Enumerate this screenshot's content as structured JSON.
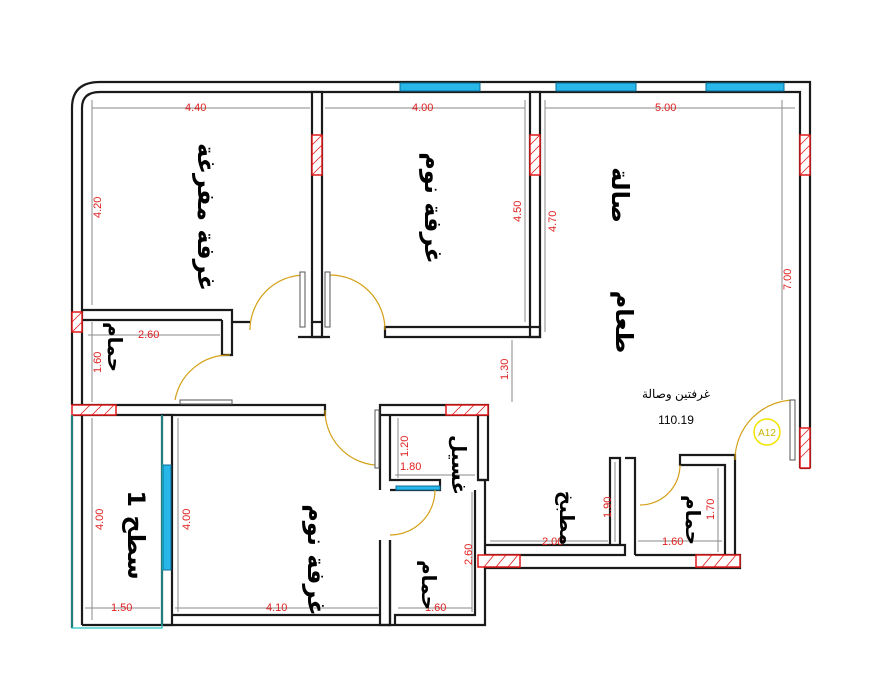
{
  "rooms": {
    "bedroom_multi": "غرفة مفرغة",
    "bedroom_1": "غرفة نوم",
    "hall": "صالة",
    "dining": "طعام",
    "bath_1": "حمام",
    "bedroom_2": "غرفة نوم",
    "terrace": "سطح 1",
    "laundry": "غسيل",
    "bath_2": "حمام",
    "kitchen": "مطبخ",
    "bath_3": "حمام"
  },
  "info": {
    "title": "غرفتين وصالة",
    "area": "110.19"
  },
  "tag": "A12",
  "dimensions": {
    "d_4_40": "4.40",
    "d_4_00_top": "4.00",
    "d_5_00": "5.00",
    "d_4_20": "4.20",
    "d_4_50": "4.50",
    "d_4_70": "4.70",
    "d_7_00": "7.00",
    "d_2_60_bath": "2.60",
    "d_1_60_bath": "1.60",
    "d_1_30": "1.30",
    "d_1_20": "1.20",
    "d_1_80": "1.80",
    "d_1_90": "1.90",
    "d_1_70": "1.70",
    "d_4_00_terrace": "4.00",
    "d_4_00_bed": "4.00",
    "d_2_60_laundry": "2.60",
    "d_2_00": "2.00",
    "d_1_60_bath3": "1.60",
    "d_1_50": "1.50",
    "d_4_10": "4.10",
    "d_1_60_bath2": "1.60"
  },
  "colors": {
    "wall": "#1a1a1a",
    "dimension_text": "#e02020",
    "window": "#29b6e8",
    "column_hatch": "#e01818",
    "door_swing": "#d4a017",
    "terrace_outline": "#21c4c4",
    "tag": "#f1e400"
  }
}
